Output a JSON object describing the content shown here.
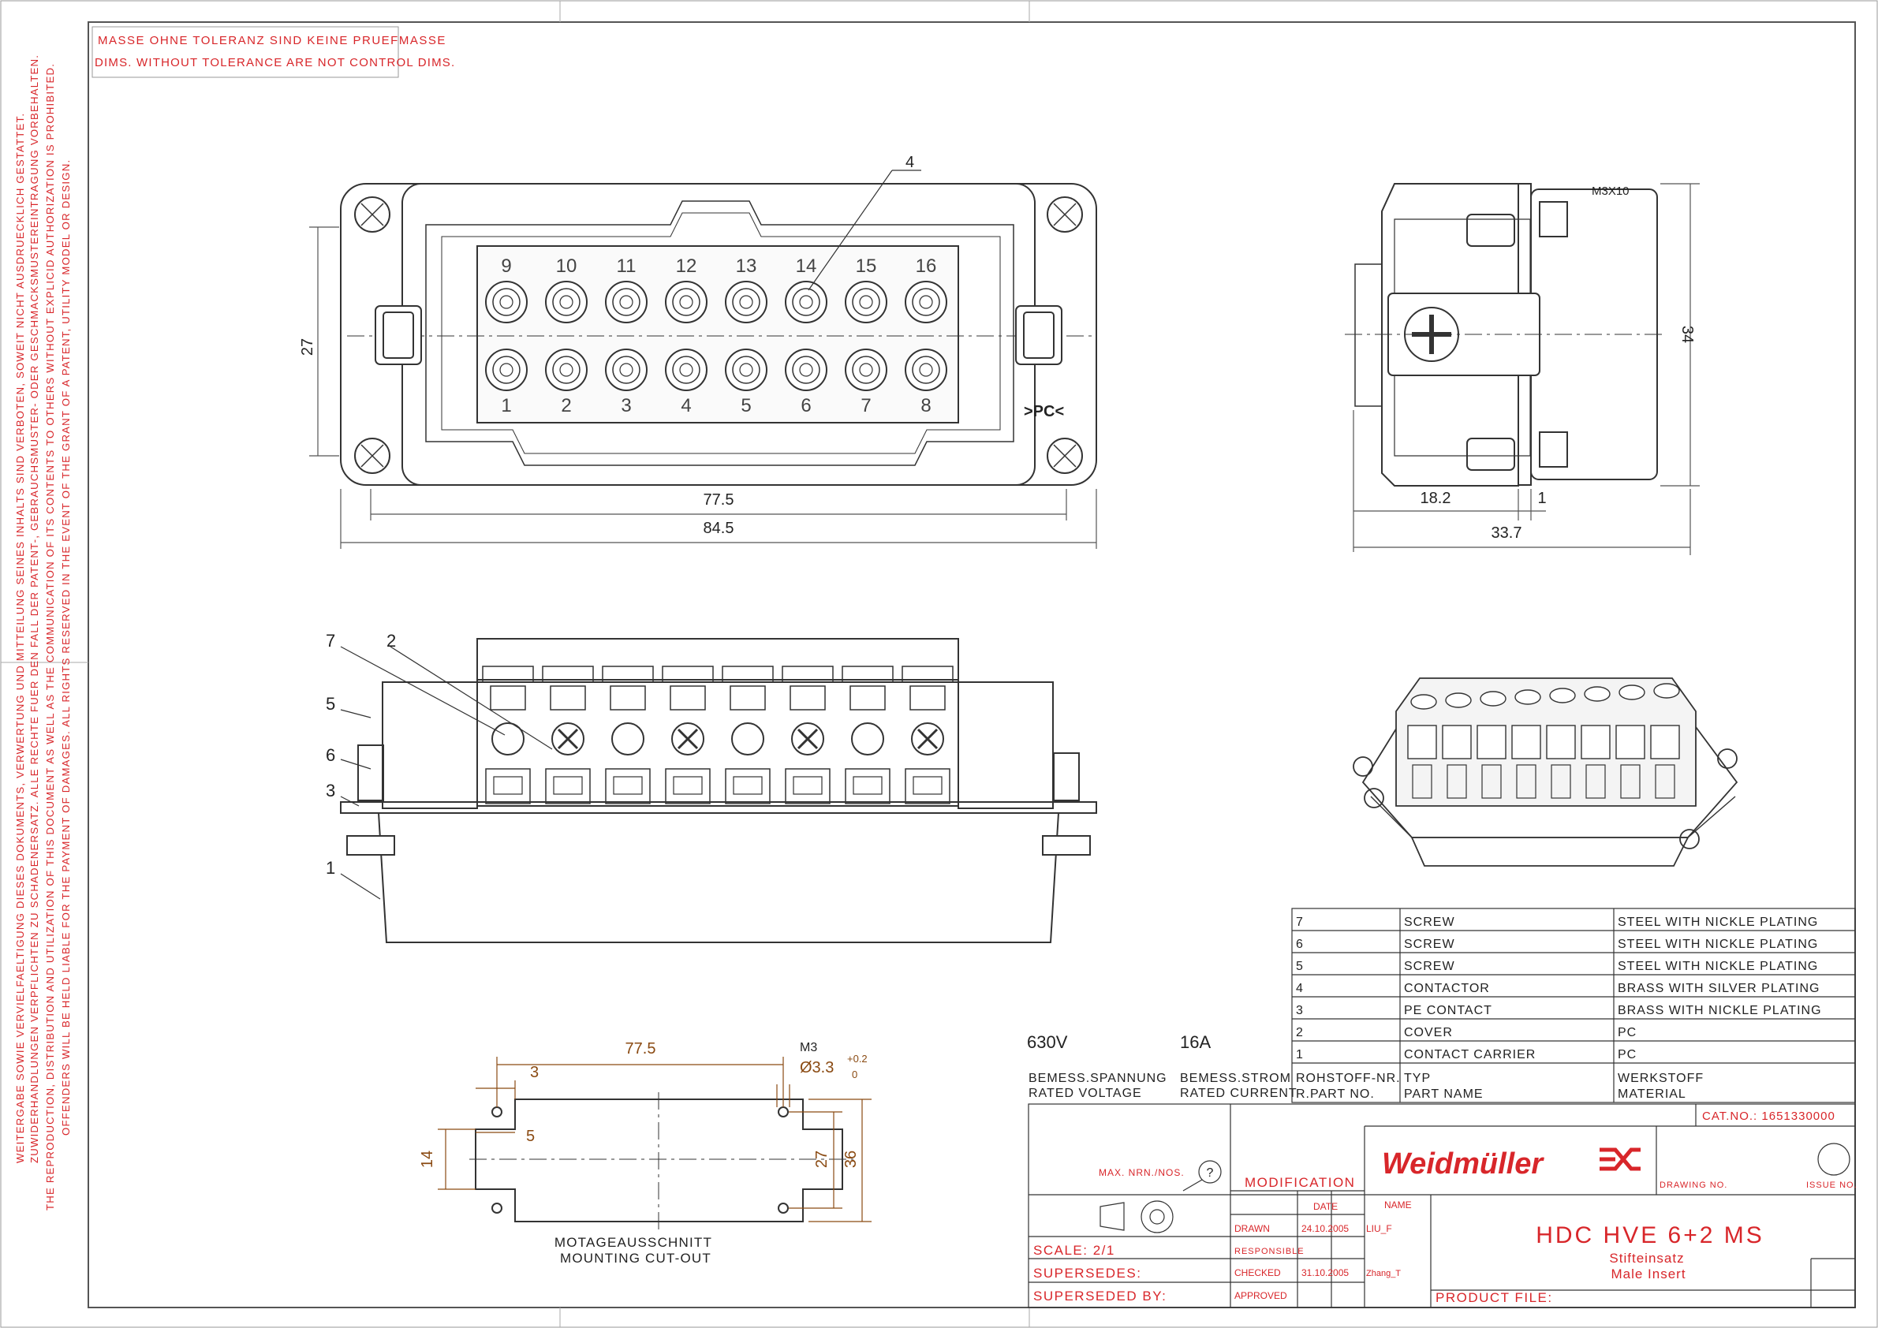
{
  "tolerance_note": {
    "line1": "MASSE OHNE TOLERANZ SIND KEINE PRUEFMASSE",
    "line2": "DIMS. WITHOUT TOLERANCE ARE NOT CONTROL DIMS."
  },
  "legal_notice": [
    "WEITERGABE SOWIE VERVIELFAELTIGUNG DIESES DOKUMENTS, VERWERTUNG UND MITTEILUNG SEINES INHALTS SIND VERBOTEN, SOWEIT NICHT AUSDRUECKLICH GESTATTET.",
    "ZUWIDERHANDLUNGEN VERPFLICHTEN ZU SCHADENERSATZ. ALLE RECHTE FUER DEN FALL DER PATENT-, GEBRAUCHSMUSTER- ODER GESCHMACKSMUSTEREINTRAGUNG VORBEHALTEN.",
    "THE REPRODUCTION, DISTRIBUTION AND UTILIZATION OF THIS DOCUMENT AS WELL AS THE COMMUNICATION OF ITS CONTENTS TO OTHERS WITHOUT EXPLICID AUTHORIZATION IS PROHIBITED.",
    "OFFENDERS WILL BE HELD LIABLE FOR THE PAYMENT OF DAMAGES. ALL RIGHTS RESERVED IN THE EVENT OF THE GRANT OF A PATENT, UTILITY MODEL OR DESIGN."
  ],
  "front_view": {
    "top_pins": [
      "9",
      "10",
      "11",
      "12",
      "13",
      "14",
      "15",
      "16"
    ],
    "bottom_pins": [
      "1",
      "2",
      "3",
      "4",
      "5",
      "6",
      "7",
      "8"
    ],
    "callout": "4",
    "pe_mark": ">PC<",
    "dim_height": "27",
    "dim_inner_width": "77.5",
    "dim_outer_width": "84.5"
  },
  "side_view": {
    "screw_label": "M3X10",
    "dim_height": "34",
    "dim_depth": "18.2",
    "dim_flange": "1",
    "dim_total": "33.7"
  },
  "section_view": {
    "callouts": [
      "7",
      "2",
      "5",
      "6",
      "3",
      "1"
    ]
  },
  "cutout": {
    "dim_width": "77.5",
    "dim_edge": "3",
    "dim_step": "5",
    "dim_left_height": "14",
    "dim_hole_spacing": "27",
    "dim_height": "36",
    "thread": "M3",
    "hole_dia": "Ø3.3",
    "tol_upper": "+0.2",
    "tol_lower": "0",
    "caption_de": "MOTAGEAUSSCHNITT",
    "caption_en": "MOUNTING CUT-OUT"
  },
  "ratings": {
    "voltage": "630V",
    "current": "16A",
    "voltage_label_de": "BEMESS.SPANNUNG",
    "voltage_label_en": "RATED VOLTAGE",
    "current_label_de": "BEMESS.STROM",
    "current_label_en": "RATED CURRENT"
  },
  "parts_list": {
    "rows": [
      {
        "no": "7",
        "name": "SCREW",
        "material": "STEEL WITH NICKLE PLATING"
      },
      {
        "no": "6",
        "name": "SCREW",
        "material": "STEEL WITH NICKLE PLATING"
      },
      {
        "no": "5",
        "name": "SCREW",
        "material": "STEEL WITH NICKLE PLATING"
      },
      {
        "no": "4",
        "name": "CONTACTOR",
        "material": "BRASS WITH SILVER PLATING"
      },
      {
        "no": "3",
        "name": "PE CONTACT",
        "material": "BRASS WITH NICKLE PLATING"
      },
      {
        "no": "2",
        "name": "COVER",
        "material": "PC"
      },
      {
        "no": "1",
        "name": "CONTACT CARRIER",
        "material": "PC"
      }
    ],
    "header": {
      "col1_de": "ROHSTOFF-NR.",
      "col1_en": "R.PART NO.",
      "col2_de": "TYP",
      "col2_en": "PART NAME",
      "col3_de": "WERKSTOFF",
      "col3_en": "MATERIAL"
    }
  },
  "title_block": {
    "cat_no": "CAT.NO.: 1651330000",
    "max_nrn": "MAX. NRN./NOS.",
    "modification": "MODIFICATION",
    "brand": "Weidmüller",
    "drawing_no_label": "DRAWING NO.",
    "issue_no_label": "ISSUE NO.",
    "date_label": "DATE",
    "name_label": "NAME",
    "drawn_label": "DRAWN",
    "drawn_date": "24.10.2005",
    "drawn_name": "LIU_F",
    "responsible_label": "RESPONSIBLE",
    "checked_label": "CHECKED",
    "checked_date": "31.10.2005",
    "checked_name": "Zhang_T",
    "approved_label": "APPROVED",
    "scale": "SCALE: 2/1",
    "supersedes": "SUPERSEDES:",
    "superseded_by": "SUPERSEDED BY:",
    "product_title": "HDC HVE 6+2 MS",
    "product_de": "Stifteinsatz",
    "product_en": "Male Insert",
    "product_file": "PRODUCT FILE:",
    "question_mark": "?"
  },
  "colors": {
    "accent_red": "#d8262a",
    "line": "#333333",
    "dimension": "#8a4a12",
    "fill_grey": "#e6e6e6"
  }
}
